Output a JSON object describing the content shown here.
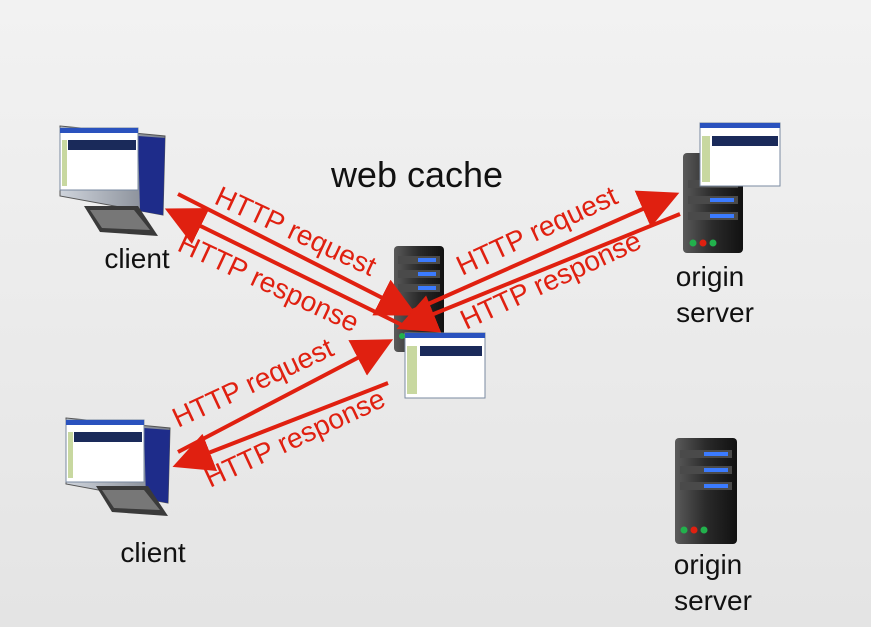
{
  "title": "web cache",
  "nodes": {
    "client_top": "client",
    "client_bottom": "client",
    "origin_top": [
      "origin",
      "server"
    ],
    "origin_bottom": [
      "origin",
      "server"
    ]
  },
  "arrows": {
    "request_label": "HTTP request",
    "response_label": "HTTP response"
  },
  "colors": {
    "arrow": "#e02010",
    "background": "#ececec"
  }
}
